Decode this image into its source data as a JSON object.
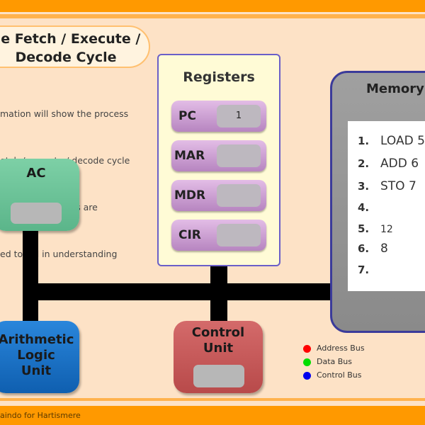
{
  "title": "The Fetch / Execute / Decode Cycle",
  "title_lines": [
    "he Fetch / Execute /",
    "Decode Cycle"
  ],
  "description_lines": [
    "mation will show the process",
    "etch / execute / decode cycle",
    "PU. Some of steps are",
    "ed to aid in understanding"
  ],
  "registers": {
    "title": "Registers",
    "items": [
      {
        "label": "PC",
        "value": "1"
      },
      {
        "label": "MAR",
        "value": ""
      },
      {
        "label": "MDR",
        "value": ""
      },
      {
        "label": "CIR",
        "value": ""
      }
    ]
  },
  "memory": {
    "title": "Memory",
    "rows": [
      {
        "num": "1.",
        "content": "LOAD 5"
      },
      {
        "num": "2.",
        "content": "ADD 6"
      },
      {
        "num": "3.",
        "content": "STO 7"
      },
      {
        "num": "4.",
        "content": ""
      },
      {
        "num": "5.",
        "content": "12"
      },
      {
        "num": "6.",
        "content": "8"
      },
      {
        "num": "7.",
        "content": ""
      }
    ]
  },
  "accumulator": {
    "label": "AC",
    "value": ""
  },
  "alu": {
    "label_lines": [
      "Arithmetic",
      "Logic",
      "Unit"
    ]
  },
  "control_unit": {
    "label_lines": [
      "Control",
      "Unit"
    ],
    "value": ""
  },
  "legend": [
    {
      "label": "Address Bus",
      "color": "#ff0000"
    },
    {
      "label": "Data Bus",
      "color": "#00dd00"
    },
    {
      "label": "Control Bus",
      "color": "#0000ee"
    }
  ],
  "footer": "aindo for Hartismere"
}
